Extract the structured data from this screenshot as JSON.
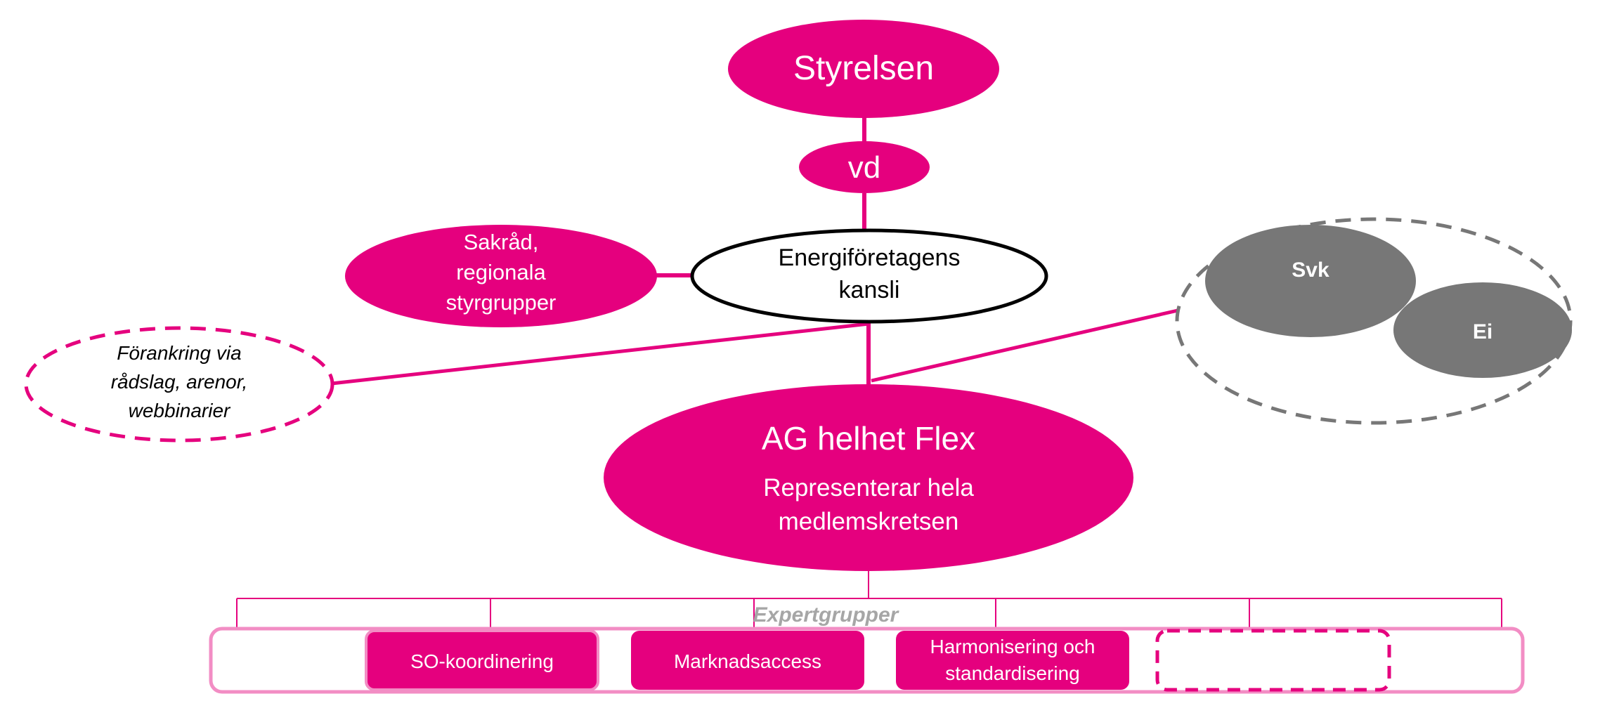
{
  "colors": {
    "magenta": "#E5007E",
    "magenta_light": "#F28DC4",
    "grey": "#777777",
    "grey_text": "#A6A6A6",
    "black": "#000000",
    "white": "#FFFFFF"
  },
  "nodes": {
    "styrelsen": {
      "label": "Styrelsen"
    },
    "vd": {
      "label": "vd"
    },
    "kansli": {
      "lines": [
        "Energiföretagens",
        "kansli"
      ]
    },
    "sakrad": {
      "lines": [
        "Sakråd,",
        "regionala",
        "styrgrupper"
      ]
    },
    "forankring": {
      "lines": [
        "Förankring via",
        "rådslag, arenor,",
        "webbinarier"
      ]
    },
    "svk": {
      "label": "Svk"
    },
    "ei": {
      "label": "Ei"
    },
    "ag": {
      "title": "AG helhet Flex",
      "lines": [
        "Representerar hela",
        "medlemskretsen"
      ]
    }
  },
  "expertgrupper": {
    "label": "Expertgrupper",
    "groups": [
      {
        "lines": [
          "SO-koordinering"
        ]
      },
      {
        "lines": [
          "Marknadsaccess"
        ]
      },
      {
        "lines": [
          "Harmonisering och",
          "standardisering"
        ]
      },
      {
        "lines": [
          ""
        ]
      }
    ]
  }
}
